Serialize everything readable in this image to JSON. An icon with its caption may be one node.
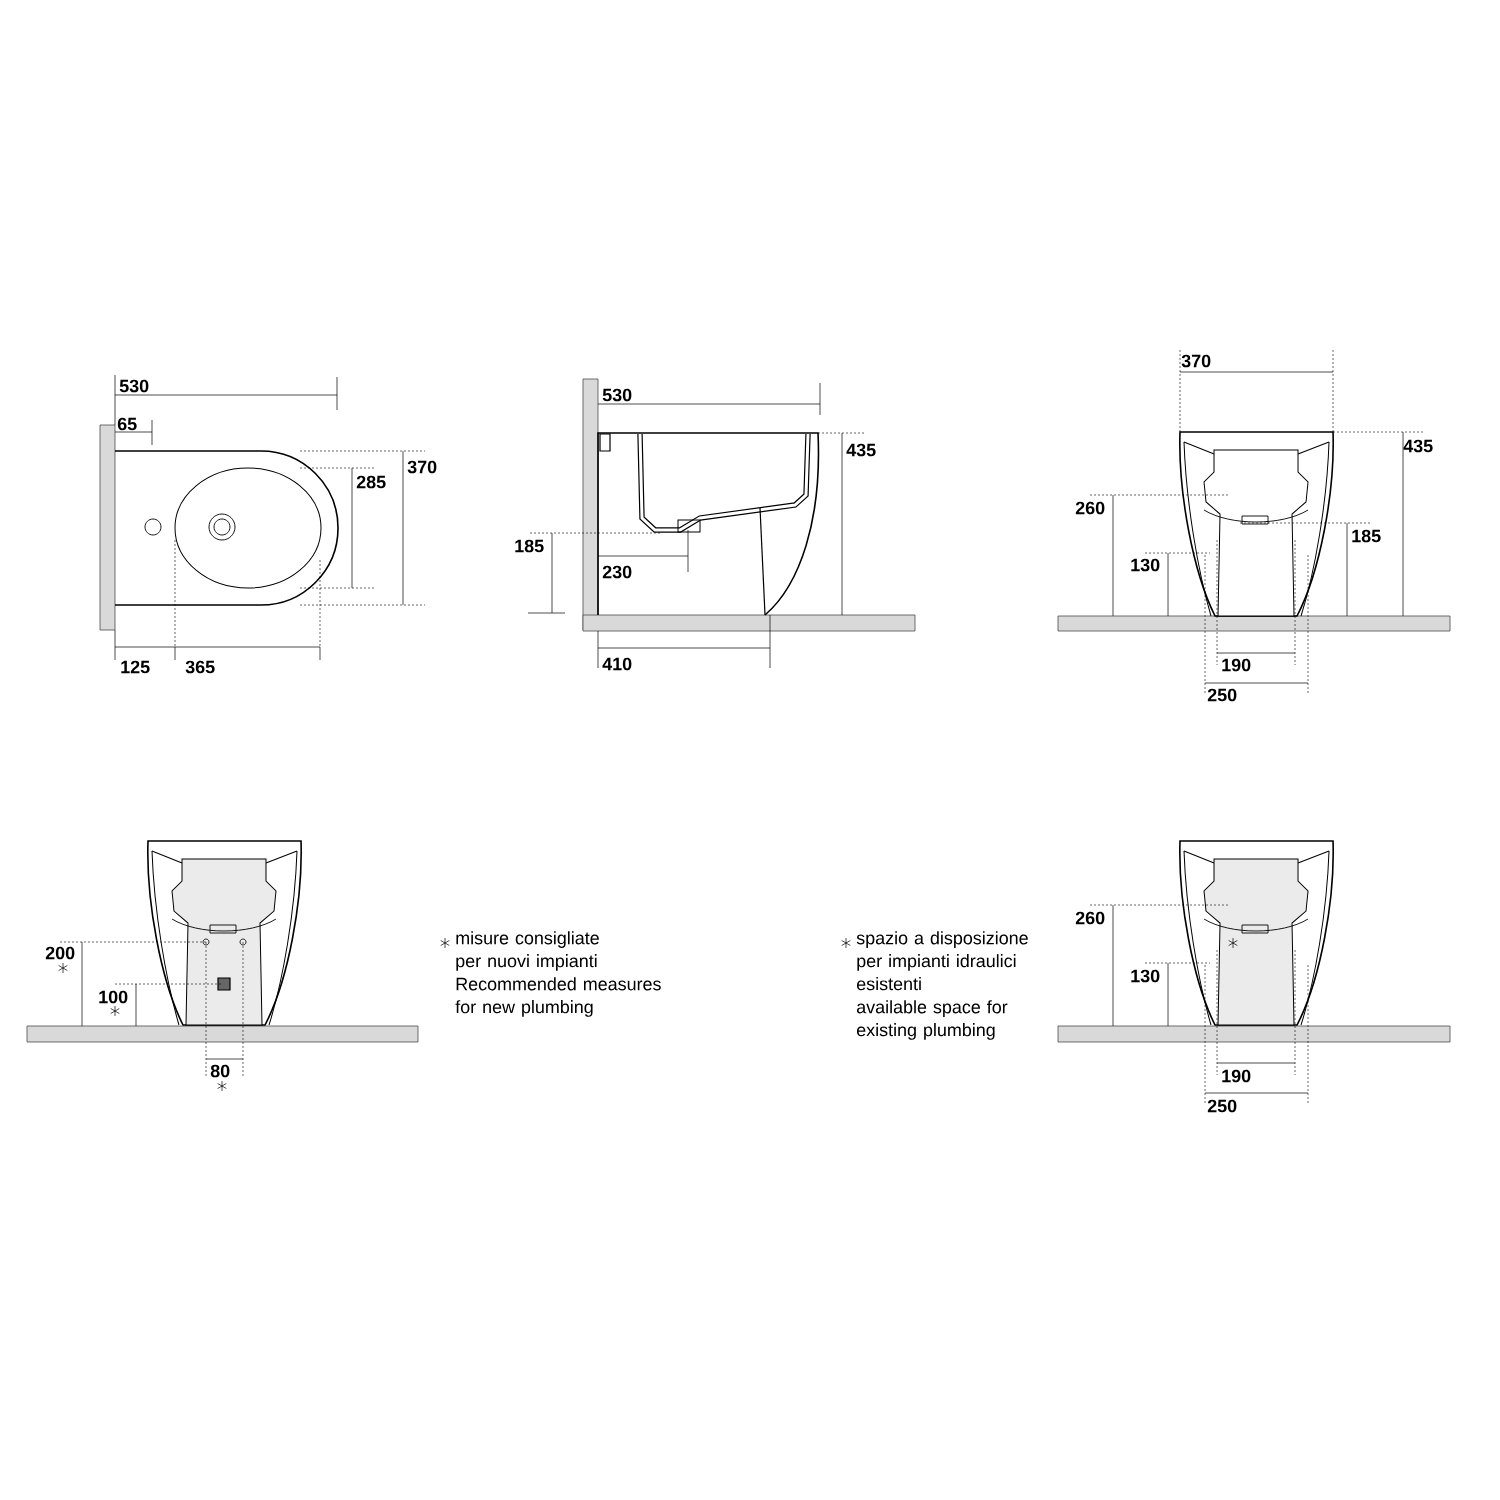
{
  "diagram": {
    "labels": [
      "530",
      "65",
      "370",
      "285",
      "125",
      "365",
      "530",
      "435",
      "185",
      "230",
      "410",
      "370",
      "435",
      "260",
      "185",
      "130",
      "190",
      "250",
      "200",
      "100",
      "80",
      "misure consigliate per nuovi impianti",
      "Recommended measures for new plumbing",
      "spazio a disposizione per impianti idraulici esistenti",
      "available space for existing plumbing",
      "260",
      "130",
      "190",
      "250"
    ]
  }
}
